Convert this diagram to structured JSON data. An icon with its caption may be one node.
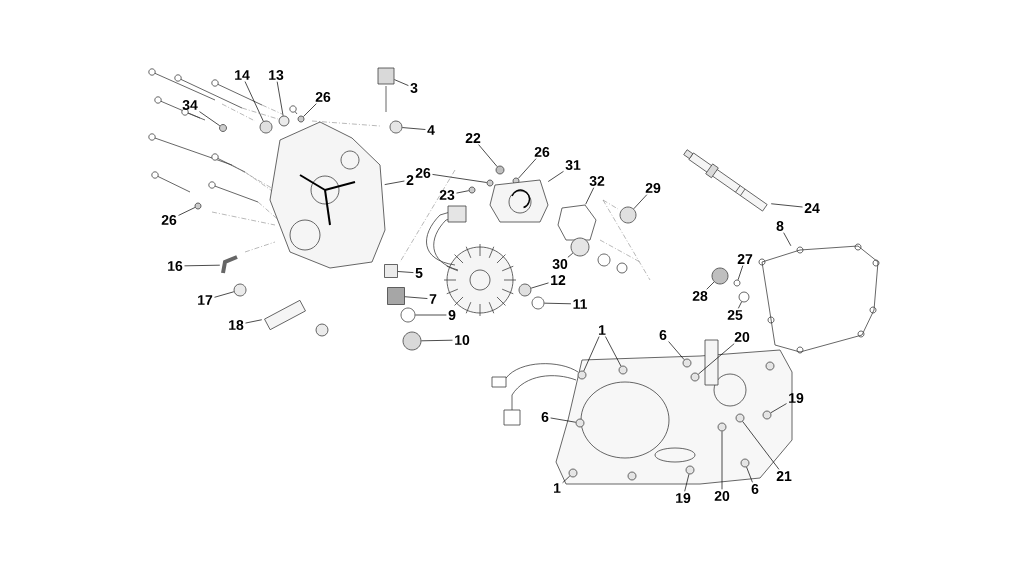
{
  "diagram": {
    "nodes": [
      {
        "text": [
          "14"
        ]
      },
      {
        "text": [
          "13"
        ]
      },
      {
        "text": [
          "3"
        ]
      },
      {
        "text": [
          "26"
        ]
      },
      {
        "text": [
          "34"
        ]
      },
      {
        "text": [
          "4"
        ]
      },
      {
        "text": [
          "22"
        ]
      },
      {
        "text": [
          "26"
        ]
      },
      {
        "text": [
          "31"
        ]
      },
      {
        "text": [
          "26"
        ]
      },
      {
        "text": [
          "2"
        ]
      },
      {
        "text": [
          "32"
        ]
      },
      {
        "text": [
          "29"
        ]
      },
      {
        "text": [
          "23"
        ]
      },
      {
        "text": [
          "24"
        ]
      },
      {
        "text": [
          "26"
        ]
      },
      {
        "text": [
          "8"
        ]
      },
      {
        "text": [
          "27"
        ]
      },
      {
        "text": [
          "30"
        ]
      },
      {
        "text": [
          "16"
        ]
      },
      {
        "text": [
          "5"
        ]
      },
      {
        "text": [
          "12"
        ]
      },
      {
        "text": [
          "28"
        ]
      },
      {
        "text": [
          "7"
        ]
      },
      {
        "text": [
          "17"
        ]
      },
      {
        "text": [
          "11"
        ]
      },
      {
        "text": [
          "9"
        ]
      },
      {
        "text": [
          "25"
        ]
      },
      {
        "text": [
          "18"
        ]
      },
      {
        "text": [
          "1"
        ]
      },
      {
        "text": [
          "6"
        ]
      },
      {
        "text": [
          "20"
        ]
      },
      {
        "text": [
          "10"
        ]
      },
      {
        "text": [
          "19"
        ]
      },
      {
        "text": [
          "6"
        ]
      },
      {
        "text": [
          "21"
        ]
      },
      {
        "text": [
          "1"
        ]
      },
      {
        "text": [
          "19"
        ]
      },
      {
        "text": [
          "20"
        ]
      },
      {
        "text": [
          "6"
        ]
      },
      {
        "text": [],
        "shape": "circle"
      },
      {
        "text": [],
        "shape": "circle"
      },
      {
        "text": [],
        "shape": "box"
      },
      {
        "text": [],
        "shape": "circle"
      },
      {
        "text": [],
        "shape": "circle"
      },
      {
        "text": [],
        "shape": "circle"
      },
      {
        "text": [],
        "shape": "circle"
      },
      {
        "text": [],
        "shape": "circle"
      },
      {
        "text": [],
        "shape": "picture"
      },
      {
        "text": [],
        "shape": "circle"
      },
      {
        "text": [],
        "shape": "picture"
      },
      {
        "text": [],
        "shape": "picture"
      },
      {
        "text": [],
        "shape": "circle"
      },
      {
        "text": [],
        "shape": "circle"
      },
      {
        "text": [],
        "shape": "picture"
      },
      {
        "text": [],
        "shape": "circle"
      },
      {
        "text": [],
        "shape": "picture"
      },
      {
        "text": [],
        "shape": "circle"
      },
      {
        "text": [],
        "shape": "circle"
      },
      {
        "text": [],
        "shape": "picture"
      },
      {
        "text": [],
        "shape": "box"
      },
      {
        "text": [],
        "shape": "circle"
      },
      {
        "text": [],
        "shape": "circle"
      },
      {
        "text": [],
        "shape": "box"
      },
      {
        "text": [],
        "shape": "circle"
      },
      {
        "text": [],
        "shape": "circle"
      },
      {
        "text": [],
        "shape": "circle"
      },
      {
        "text": [],
        "shape": "circle"
      },
      {
        "text": [],
        "shape": "picture"
      },
      {
        "text": [],
        "shape": "circle"
      },
      {
        "text": [],
        "shape": "circle"
      },
      {
        "text": [],
        "shape": "circle"
      },
      {
        "text": [],
        "shape": "circle"
      },
      {
        "text": [],
        "shape": "circle"
      },
      {
        "text": [],
        "shape": "circle"
      },
      {
        "text": [],
        "shape": "circle"
      },
      {
        "text": [],
        "shape": "circle"
      },
      {
        "text": [],
        "shape": "circle"
      },
      {
        "text": [],
        "shape": "circle"
      },
      {
        "text": [],
        "shape": "circle"
      },
      {
        "text": [],
        "shape": "circle"
      }
    ],
    "edges": [
      {
        "from": 0,
        "to": 40,
        "arrow": "none"
      },
      {
        "from": 1,
        "to": 41,
        "arrow": "none"
      },
      {
        "from": 2,
        "to": 42,
        "arrow": "none"
      },
      {
        "from": 3,
        "to": 43,
        "arrow": "none"
      },
      {
        "from": 4,
        "to": 44,
        "arrow": "none"
      },
      {
        "from": 5,
        "to": 45,
        "arrow": "none"
      },
      {
        "from": 6,
        "to": 46,
        "arrow": "none"
      },
      {
        "from": 7,
        "to": 47,
        "arrow": "none"
      },
      {
        "from": 8,
        "to": 48,
        "arrow": "none"
      },
      {
        "from": 9,
        "to": 49,
        "arrow": "none"
      },
      {
        "from": 10,
        "to": 50,
        "arrow": "none"
      },
      {
        "from": 11,
        "to": 51,
        "arrow": "none"
      },
      {
        "from": 12,
        "to": 52,
        "arrow": "none"
      },
      {
        "from": 13,
        "to": 53,
        "arrow": "none"
      },
      {
        "from": 14,
        "to": 54,
        "arrow": "none"
      },
      {
        "from": 15,
        "to": 55,
        "arrow": "none"
      },
      {
        "from": 16,
        "to": 56,
        "arrow": "none"
      },
      {
        "from": 17,
        "to": 57,
        "arrow": "none"
      },
      {
        "from": 18,
        "to": 58,
        "arrow": "none"
      },
      {
        "from": 19,
        "to": 59,
        "arrow": "none"
      },
      {
        "from": 20,
        "to": 60,
        "arrow": "none"
      },
      {
        "from": 21,
        "to": 61,
        "arrow": "none"
      },
      {
        "from": 22,
        "to": 62,
        "arrow": "none"
      },
      {
        "from": 23,
        "to": 63,
        "arrow": "none"
      },
      {
        "from": 24,
        "to": 64,
        "arrow": "none"
      },
      {
        "from": 25,
        "to": 65,
        "arrow": "none"
      },
      {
        "from": 26,
        "to": 66,
        "arrow": "none"
      },
      {
        "from": 27,
        "to": 67,
        "arrow": "none"
      },
      {
        "from": 28,
        "to": 68,
        "arrow": "none"
      },
      {
        "from": 29,
        "to": 69,
        "arrow": "none"
      },
      {
        "from": 29,
        "to": 70,
        "arrow": "none"
      },
      {
        "from": 30,
        "to": 71,
        "arrow": "none"
      },
      {
        "from": 31,
        "to": 72,
        "arrow": "none"
      },
      {
        "from": 32,
        "to": 73,
        "arrow": "none"
      },
      {
        "from": 33,
        "to": 74,
        "arrow": "none"
      },
      {
        "from": 34,
        "to": 75,
        "arrow": "none"
      },
      {
        "from": 35,
        "to": 76,
        "arrow": "none"
      },
      {
        "from": 36,
        "to": 77,
        "arrow": "none"
      },
      {
        "from": 37,
        "to": 78,
        "arrow": "none"
      },
      {
        "from": 38,
        "to": 79,
        "arrow": "none"
      },
      {
        "from": 39,
        "to": 80,
        "arrow": "none"
      }
    ]
  }
}
